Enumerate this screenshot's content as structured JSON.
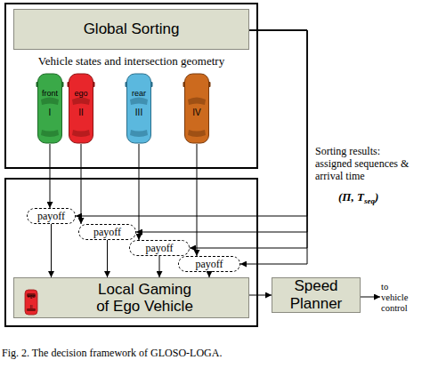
{
  "diagram": {
    "caption": "Fig. 2. The decision framework of GLOSO-LOGA.",
    "nodes": [
      {
        "text": [
          "Vehicle states and intersection geometry"
        ]
      },
      {
        "text": [
          "Global Sorting"
        ],
        "in": 0
      },
      {
        "text": [
          "front",
          "I"
        ],
        "in": 0
      },
      {
        "text": [
          "ego",
          "II"
        ],
        "in": 0
      },
      {
        "text": [
          "rear",
          "III"
        ],
        "in": 0
      },
      {
        "text": [
          "IV"
        ],
        "in": 0
      },
      {
        "text": [
          "payoff"
        ]
      },
      {
        "text": [
          "payoff"
        ]
      },
      {
        "text": [
          "payoff"
        ]
      },
      {
        "text": [
          "payoff"
        ]
      },
      {
        "text": [
          "Local Gaming of Ego Vehicle"
        ]
      },
      {
        "text": [
          "Speed Planner"
        ]
      }
    ],
    "edges": [
      {
        "from": 1,
        "to": 6,
        "arrow": "to"
      },
      {
        "from": 1,
        "to": 7,
        "arrow": "to"
      },
      {
        "from": 1,
        "to": 8,
        "arrow": "to"
      },
      {
        "from": 1,
        "to": 9,
        "arrow": "to"
      },
      {
        "from": 2,
        "to": 6,
        "arrow": "to"
      },
      {
        "from": 3,
        "to": 7,
        "arrow": "to"
      },
      {
        "from": 4,
        "to": 8,
        "arrow": "to"
      },
      {
        "from": 5,
        "to": 9,
        "arrow": "to"
      },
      {
        "from": 6,
        "to": 10,
        "arrow": "to"
      },
      {
        "from": 7,
        "to": 10,
        "arrow": "to"
      },
      {
        "from": 8,
        "to": 10,
        "arrow": "to"
      },
      {
        "from": 9,
        "to": 10,
        "arrow": "to"
      },
      {
        "from": 10,
        "to": 11,
        "arrow": "to"
      }
    ],
    "labels": [
      "Sorting results: assigned sequences & arrival time",
      "(Π, T",
      "seq",
      ")",
      "to vehicle control",
      "ego",
      "II"
    ]
  }
}
